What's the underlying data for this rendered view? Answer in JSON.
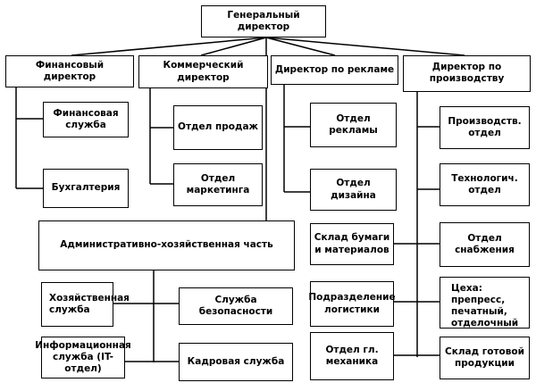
{
  "nodes": {
    "ceo": "Генеральный директор",
    "finance_director": "Финансовый директор",
    "commercial_director": "Коммерческий директор",
    "advertising_director": "Директор по рекламе",
    "production_director": "Директор по\nпроизводству",
    "finance_service": "Финансовая\nслужба",
    "accounting": "Бухгалтерия",
    "sales_department": "Отдел продаж",
    "marketing_department": "Отдел\nмаркетинга",
    "advertising_department": "Отдел рекламы",
    "design_department": "Отдел дизайна",
    "production_department": "Производств.\nотдел",
    "technology_department": "Технологич.\nотдел",
    "admin_part": "Административно-хозяйственная часть",
    "paper_warehouse": "Склад бумаги\nи материалов",
    "supply_department": "Отдел\nснабжения",
    "household_service": "Хозяйственная\nслужба",
    "security_service": "Служба безопасности",
    "logistics_division": "Подразделение\nлогистики",
    "workshops": "Цеха: препресс,\nпечатный,\nотделочный",
    "it_service": "Информационная\nслужба (IT-отдел)",
    "hr_service": "Кадровая служба",
    "chief_mechanic": "Отдел гл.\nмеханика",
    "finished_goods_warehouse": "Склад готовой\nпродукции"
  }
}
